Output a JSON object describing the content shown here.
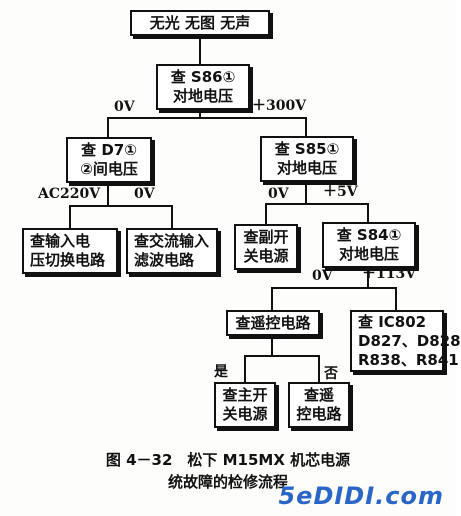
{
  "nodes": {
    "top": [
      "无光 无图 无声"
    ],
    "s86": [
      "查 S86①",
      "对地电压"
    ],
    "d7": [
      "查 D7①",
      "②间电压"
    ],
    "s85": [
      "查 S85①",
      "对地电压"
    ],
    "input": [
      "查输入电",
      "压切换电路"
    ],
    "filter": [
      "查交流输入",
      "滤波电路"
    ],
    "aux": [
      "查副开",
      "关电源"
    ],
    "s84": [
      "查 S84①",
      "对地电压"
    ],
    "remote": [
      "查遥控电路"
    ],
    "ic": [
      "查 IC802",
      "D827、D828",
      "R838、R841"
    ],
    "main": [
      "查主开",
      "关电源"
    ],
    "remote2": [
      "查遥",
      "控电路"
    ]
  },
  "labels": {
    "s86_left": "0V",
    "s86_right": "＋300V",
    "d7_left": "AC220V",
    "d7_right": "0V",
    "s85_left": "0V",
    "s85_right": "＋5V",
    "s84_left": "0V",
    "s84_right": "＋113V",
    "remote_yes": "是",
    "remote_no": "否"
  },
  "caption": {
    "line1": "图 4－32　松下 M15MX 机芯电源",
    "line2": "统故障的检修流程"
  },
  "watermark": "5eDIDI.com"
}
